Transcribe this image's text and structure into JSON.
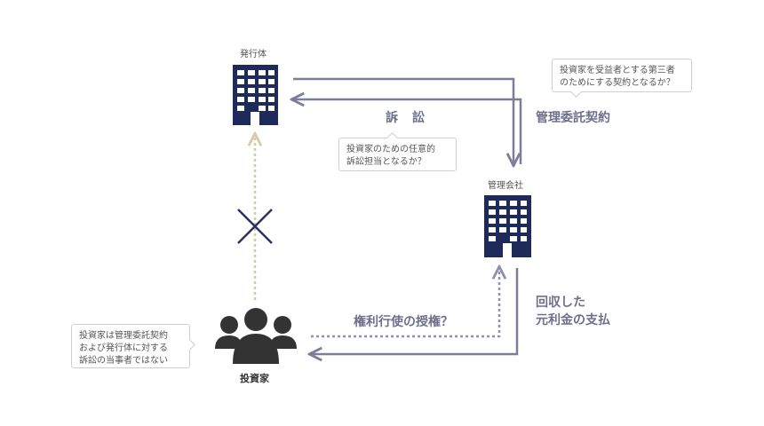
{
  "nodes": {
    "issuer_label": "発行体",
    "manager_label": "管理会社",
    "investors_label": "投資家"
  },
  "edges": {
    "lawsuit_label": "訴　訟",
    "mgmt_contract_label": "管理委託契約",
    "collected_label_line1": "回収した",
    "collected_label_line2": "元利金の支払",
    "authorization_label": "権利行使の授権？"
  },
  "bubbles": {
    "contract_question": [
      "投資家を受益者とする第三者",
      "のためにする契約となるか？"
    ],
    "lawsuit_question": [
      "投資家のための任意的",
      "訴訟担当となるか？"
    ],
    "investor_note": [
      "投資家は管理委託契約",
      "および発行体に対する",
      "訴訟の当事者ではない"
    ]
  },
  "colors": {
    "building": "#1e2a5a",
    "arrow": "#7c7d98",
    "dotted_arrow": "#8f90ad",
    "blocked_arrow": "#d8c9a8",
    "cross": "#2a335e",
    "people": "#333333"
  },
  "icons": {
    "issuer": "office-building-icon",
    "manager": "office-building-icon",
    "investors": "people-group-icon",
    "blocked": "cross-mark-icon"
  }
}
